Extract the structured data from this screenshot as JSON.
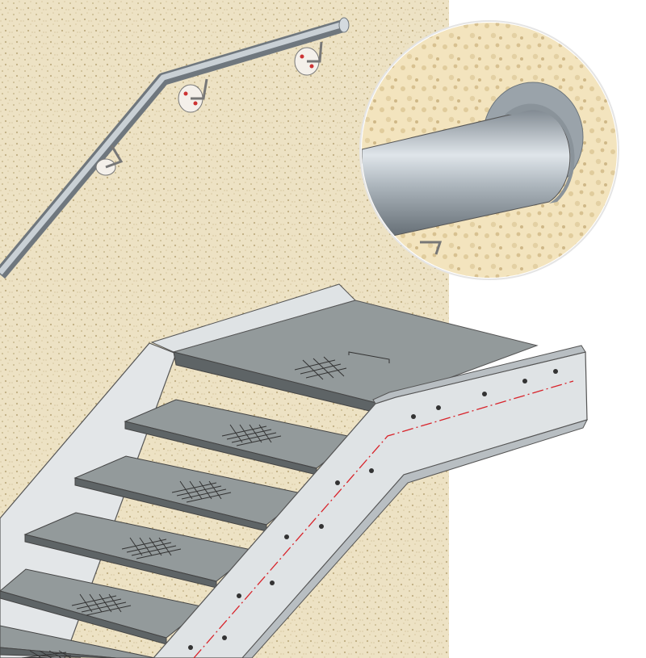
{
  "illustration": {
    "subject": "staircase-with-wall-handrail",
    "colors": {
      "wall": "#ede2c4",
      "wall_speckle": "#c9b98f",
      "steel_light": "#dfe3e5",
      "steel_mid": "#b9bec2",
      "tread": "#8f9596",
      "tread_dark": "#5e6466",
      "rail": "#9ea6ad",
      "centerline": "#d8232a",
      "background": "#ffffff"
    },
    "detail_inset": {
      "shape": "circle",
      "content": "handrail-end-cap"
    }
  }
}
